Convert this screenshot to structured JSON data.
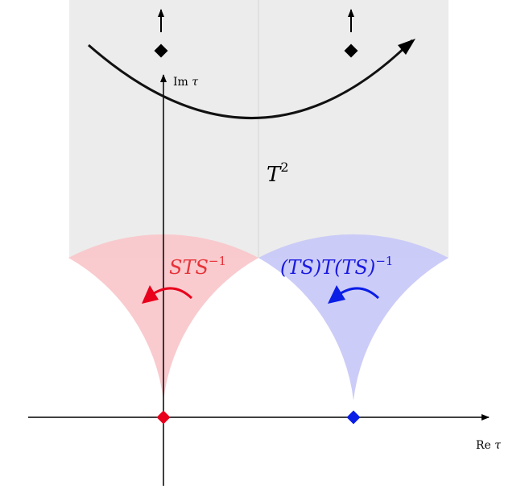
{
  "axes": {
    "x_label_re": "Re",
    "x_label_var": "τ",
    "y_label_im": "Im",
    "y_label_var": "τ"
  },
  "labels": {
    "t_squared_base": "T",
    "t_squared_exp": "2",
    "red_base": "STS",
    "red_exp": "−1",
    "blue_base": "(TS)T(TS)",
    "blue_exp": "−1"
  },
  "colors": {
    "gray_region": "#ececec",
    "red_region": "#f9c8cb",
    "blue_region": "#c9c9f8",
    "red": "#e8333a",
    "blue": "#1a1ae0",
    "red_marker": "#e8001c",
    "blue_marker": "#0a1ee6",
    "black": "#000000"
  }
}
